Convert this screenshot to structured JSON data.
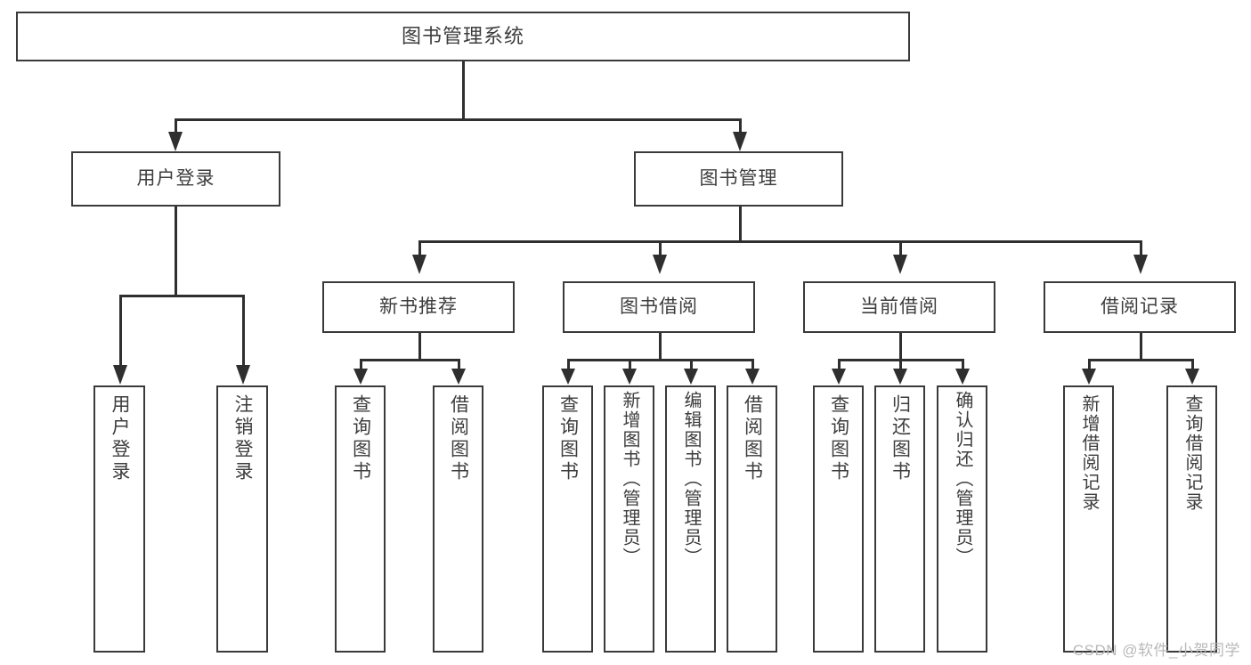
{
  "diagram": {
    "title": "图书管理系统",
    "type": "tree-hierarchy",
    "root": {
      "id": "root",
      "label": "图书管理系统"
    },
    "level2": [
      {
        "id": "user-login",
        "label": "用户登录"
      },
      {
        "id": "book-manage",
        "label": "图书管理"
      }
    ],
    "level3": [
      {
        "id": "new-book",
        "label": "新书推荐"
      },
      {
        "id": "borrow",
        "label": "图书借阅"
      },
      {
        "id": "current",
        "label": "当前借阅"
      },
      {
        "id": "record",
        "label": "借阅记录"
      }
    ],
    "leaves": [
      {
        "id": "leaf-1",
        "parent": "user-login",
        "label": "用户登录"
      },
      {
        "id": "leaf-2",
        "parent": "user-login",
        "label": "注销登录"
      },
      {
        "id": "leaf-3",
        "parent": "new-book",
        "label": "查询图书"
      },
      {
        "id": "leaf-4",
        "parent": "new-book",
        "label": "借阅图书"
      },
      {
        "id": "leaf-5",
        "parent": "borrow",
        "label": "查询图书"
      },
      {
        "id": "leaf-6",
        "parent": "borrow",
        "label": "新增图书（管理员）"
      },
      {
        "id": "leaf-7",
        "parent": "borrow",
        "label": "编辑图书（管理员）"
      },
      {
        "id": "leaf-8",
        "parent": "borrow",
        "label": "借阅图书"
      },
      {
        "id": "leaf-9",
        "parent": "current",
        "label": "查询图书"
      },
      {
        "id": "leaf-10",
        "parent": "current",
        "label": "归还图书"
      },
      {
        "id": "leaf-11",
        "parent": "current",
        "label": "确认归还（管理员）"
      },
      {
        "id": "leaf-12",
        "parent": "record",
        "label": "新增借阅记录"
      },
      {
        "id": "leaf-13",
        "parent": "record",
        "label": "查询借阅记录"
      }
    ]
  },
  "watermark": {
    "text": "CSDN @软件_小贺同学"
  },
  "colors": {
    "box_border": "#3a3a3a",
    "connector": "#2f2f2f",
    "text": "#3d3d3d",
    "background": "#ffffff",
    "watermark": "#b9b9b9"
  }
}
